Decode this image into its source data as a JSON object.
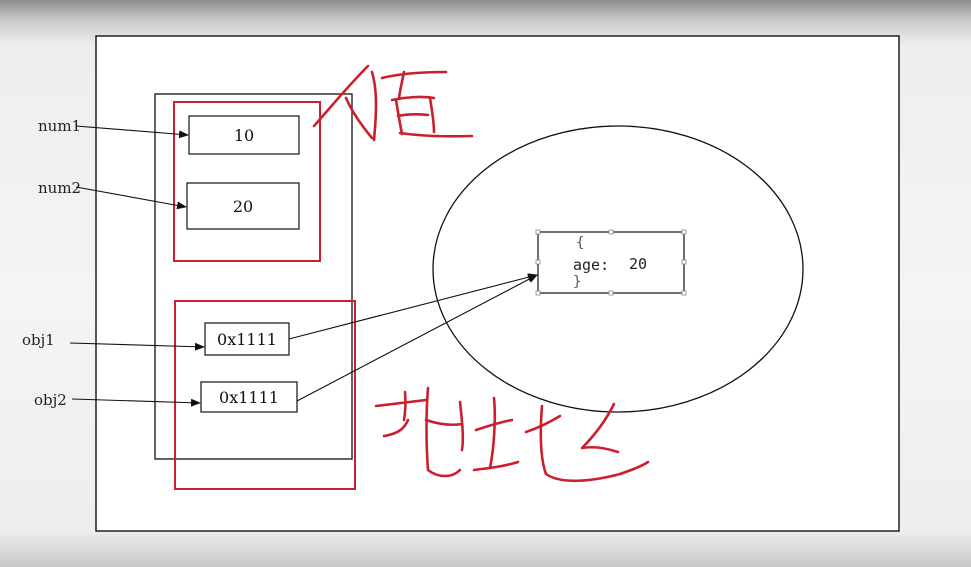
{
  "colors": {
    "ink": "#111111",
    "annotation_red": "#cc1f2e",
    "slide_background": "#ffffff"
  },
  "variables": {
    "num1": {
      "label": "num1",
      "value": "10"
    },
    "num2": {
      "label": "num2",
      "value": "20"
    },
    "obj1": {
      "label": "obj1",
      "value": "0x1111"
    },
    "obj2": {
      "label": "obj2",
      "value": "0x1111"
    }
  },
  "heap_object": {
    "open_brace": "{",
    "key": "age:",
    "value": "20",
    "close_brace": "}"
  },
  "handwritten_notes": {
    "value_type_note": "值",
    "reference_note": "地址"
  }
}
